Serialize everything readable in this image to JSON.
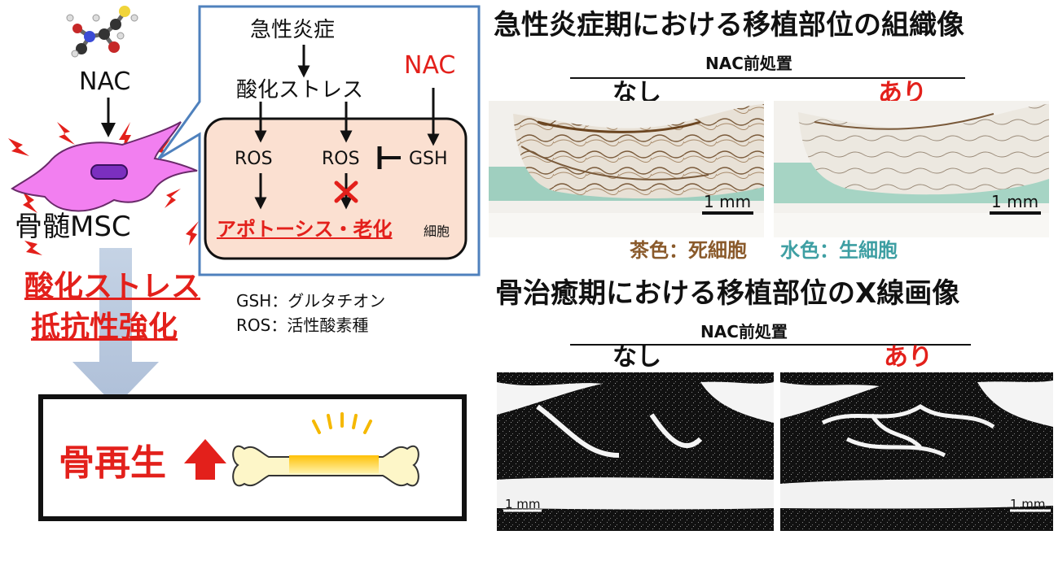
{
  "left": {
    "nac_label": "NAC",
    "cell_label": "骨髄MSC",
    "benefit_line1": "酸化ストレス",
    "benefit_line2": "抵抗性強化",
    "regen_label": "骨再生"
  },
  "callout": {
    "acute_inflammation": "急性炎症",
    "oxidative_stress": "酸化ストレス",
    "nac": "NAC",
    "ros_left": "ROS",
    "ros_right": "ROS",
    "gsh": "GSH",
    "outcome": "アポトーシス・老化",
    "cell": "細胞"
  },
  "legend": {
    "gsh_def": "GSH：グルタチオン",
    "ros_def": "ROS：活性酸素種"
  },
  "histology": {
    "title": "急性炎症期における移植部位の組織像",
    "pretreatment": "NAC前処置",
    "without": "なし",
    "with": "あり",
    "scale_left": "1 mm",
    "scale_right": "1 mm",
    "brown_legend": "茶色：死細胞",
    "cyan_legend": "水色：生細胞"
  },
  "xray": {
    "title": "骨治癒期における移植部位のX線画像",
    "pretreatment": "NAC前処置",
    "without": "なし",
    "with": "あり",
    "scale_left": "1 mm",
    "scale_right": "1 mm"
  },
  "colors": {
    "accent_red": "#e3201b",
    "callout_border": "#4f81bd",
    "cell_body": "#f27ff0",
    "nucleus": "#7b2fbf",
    "cytoplasm_box": "#fbe0d1",
    "brown": "#8a5a2b",
    "cyan": "#3e9fa3"
  }
}
